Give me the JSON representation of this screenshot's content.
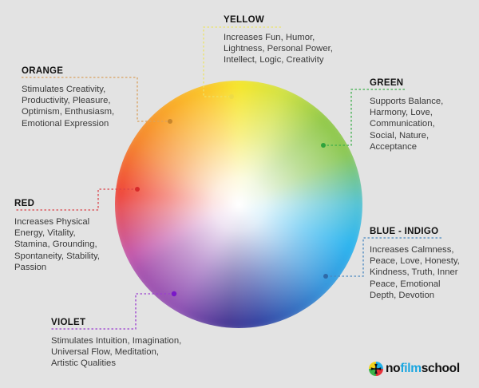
{
  "diagram": {
    "type": "color-psychology-wheel",
    "background_color": "#e3e3e3",
    "categories": [
      {
        "id": "yellow",
        "title": "YELLOW",
        "color": "#e8df4a",
        "lines": [
          "Increases Fun, Humor,",
          "Lightness, Personal Power,",
          "Intellect, Logic, Creativity"
        ]
      },
      {
        "id": "orange",
        "title": "ORANGE",
        "color": "#d99a4e",
        "lines": [
          "Stimulates Creativity,",
          "Productivity, Pleasure,",
          "Optimism, Enthusiasm,",
          "Emotional Expression"
        ]
      },
      {
        "id": "green",
        "title": "GREEN",
        "color": "#3cae4a",
        "lines": [
          "Supports Balance,",
          "Harmony, Love,",
          "Communication,",
          "Social, Nature,",
          "Acceptance"
        ]
      },
      {
        "id": "red",
        "title": "RED",
        "color": "#d9434a",
        "lines": [
          "Increases Physical",
          "Energy, Vitality,",
          "Stamina, Grounding,",
          "Spontaneity, Stability,",
          "Passion"
        ]
      },
      {
        "id": "blue-indigo",
        "title": "BLUE - INDIGO",
        "color": "#4a88c0",
        "lines": [
          "Increases Calmness,",
          "Peace, Love, Honesty,",
          "Kindness, Truth, Inner",
          "Peace, Emotional",
          "Depth, Devotion"
        ]
      },
      {
        "id": "violet",
        "title": "VIOLET",
        "color": "#9b3fd0",
        "lines": [
          "Stimulates Intuition, Imagination,",
          "Universal Flow, Meditation,",
          "Artistic Qualities"
        ]
      }
    ]
  },
  "logo": {
    "prefix": "no",
    "accent": "film",
    "suffix": "school",
    "accent_color": "#19a6e0"
  }
}
